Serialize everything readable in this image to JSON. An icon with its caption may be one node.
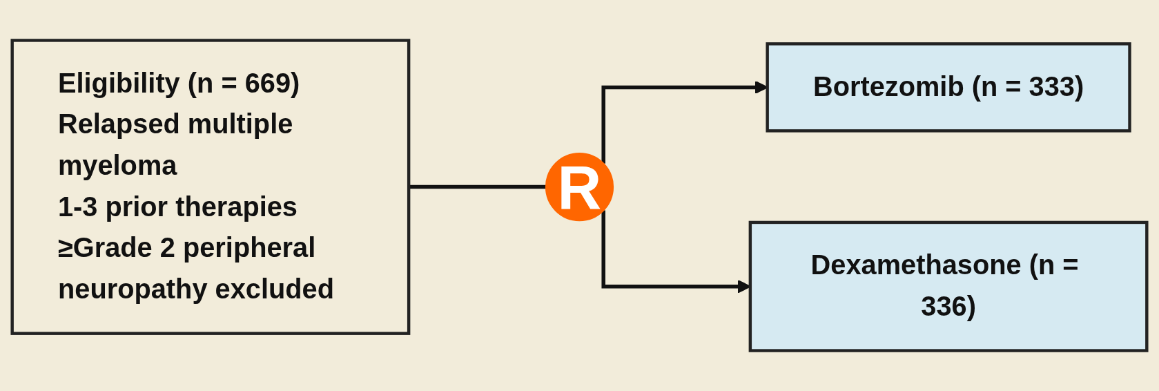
{
  "diagram": {
    "nodes": [
      {
        "text": [
          "Eligibility (n = 669)",
          "Relapsed multiple myeloma",
          "1-3 prior therapies",
          "≥Grade 2 peripheral neuropathy excluded"
        ]
      },
      {
        "text": [
          "R"
        ]
      },
      {
        "text": [
          "Bortezomib (n = 333)"
        ]
      },
      {
        "text": [
          "Dexamethasone (n = 336)"
        ]
      }
    ],
    "edges": [
      {
        "from": 0,
        "to": 1,
        "arrow": "none"
      },
      {
        "from": 1,
        "to": 2,
        "arrow": "to"
      },
      {
        "from": 1,
        "to": 3,
        "arrow": "to"
      }
    ]
  }
}
